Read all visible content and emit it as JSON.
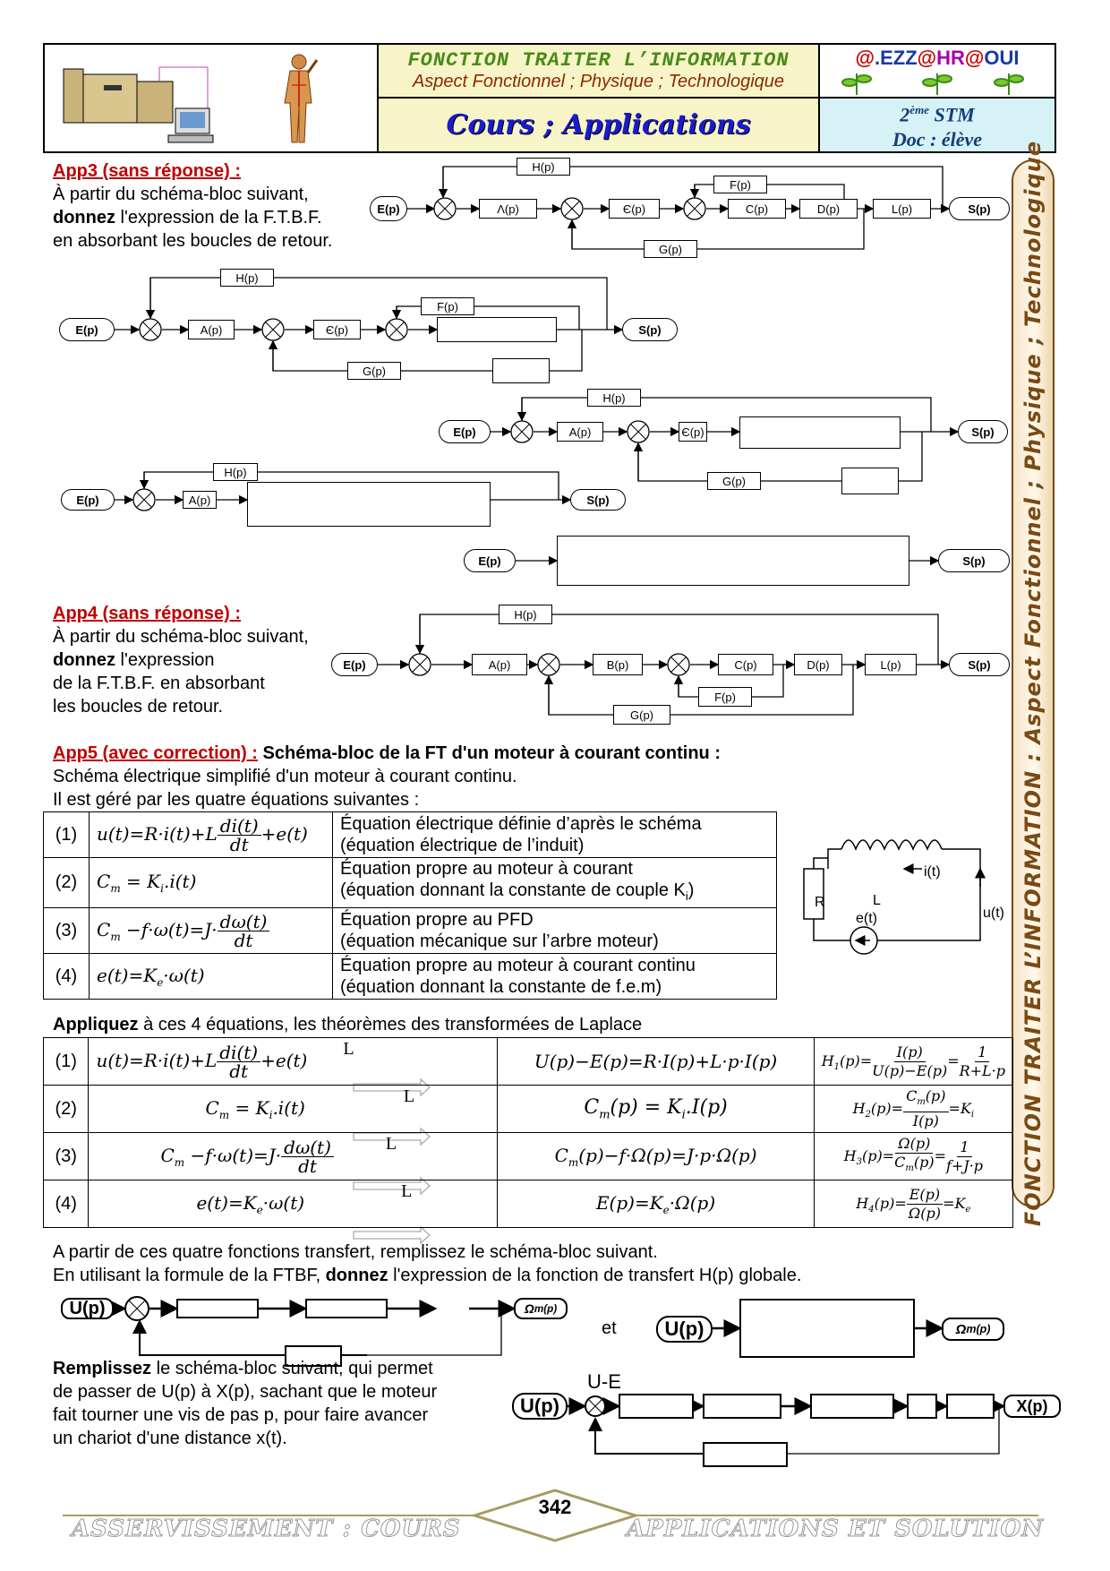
{
  "header": {
    "title": "FONCTION TRAITER L’INFORMATION",
    "subtitle": "Aspect Fonctionnel ; Physique ; Technologique",
    "course": "Cours ; Applications",
    "class_level": "2",
    "class_sup": "ème",
    "class_name": "STM",
    "doc": "Doc : élève",
    "logo": {
      "part1": "@",
      "part2": ".EZZ",
      "part3": "@",
      "part4": "HR",
      "part5": "@",
      "part6": "OUI"
    }
  },
  "sidebar": {
    "text": "FONCTION TRAITER L’INFORMATION : Aspect  Fonctionnel ; Physique ; Technologique"
  },
  "app3": {
    "title": "App3 (sans réponse) :",
    "line1": "À partir du schéma-bloc suivant,",
    "line2_bold": "donnez",
    "line2_rest": " l'expression de la F.T.B.F.",
    "line3": "en absorbant les boucles de retour."
  },
  "app4": {
    "title": "App4 (sans réponse) :",
    "line1": "À partir du schéma-bloc suivant,",
    "line2_bold": "donnez",
    "line2_rest": " l'expression",
    "line3": "de la F.T.B.F. en absorbant",
    "line4": "les boucles de retour."
  },
  "blocks": {
    "E": "E(p)",
    "S": "S(p)",
    "H": "H(p)",
    "F": "F(p)",
    "A": "A(p)",
    "B": "B(p)",
    "C": "C(p)",
    "D": "D(p)",
    "L": "L(p)",
    "G": "G(p)",
    "Lambda": "Λ(p)",
    "Eps": "Є(p)"
  },
  "app5": {
    "title": "App5 (avec correction) :",
    "title_rest": " Schéma-bloc de la FT d'un moteur à courant continu :",
    "line1": "Schéma électrique simplifié d'un moteur à courant continu.",
    "line2": "Il est géré par les quatre équations suivantes :",
    "eq_rows": [
      {
        "n": "(1)",
        "desc1": "Équation électrique définie d’après le schéma",
        "desc2": "(équation électrique de l’induit)"
      },
      {
        "n": "(2)",
        "desc1": "Équation propre au moteur à courant",
        "desc2": "(équation donnant la constante de couple K",
        "desc2_sub": "i",
        "desc2_end": ")"
      },
      {
        "n": "(3)",
        "desc1": "Équation propre au PFD",
        "desc2": "(équation mécanique sur l’arbre moteur)"
      },
      {
        "n": "(4)",
        "desc1": "Équation propre au moteur à courant continu",
        "desc2": "(équation donnant la constante de f.e.m)"
      }
    ],
    "apply_bold": "Appliquez",
    "apply_rest": " à ces 4 équations, les théorèmes des transformées de Laplace",
    "laplace_label": "L",
    "after1": "A partir de ces quatre fonctions transfert, remplissez le schéma-bloc suivant.",
    "after2_a": "En utilisant la formule de la FTBF, ",
    "after2_bold": "donnez",
    "after2_b": " l'expression de la fonction de transfert H(p) globale.",
    "and": "et",
    "U": "U(p)",
    "Omega": "Ω",
    "Omega_sub": "m",
    "Omega_p": "(p)",
    "fill_bold": "Remplissez",
    "fill1": " le schéma-bloc suivant, qui permet",
    "fill2": "de passer de U(p) à X(p), sachant que le moteur",
    "fill3": "fait tourner une vis de pas p, pour faire avancer",
    "fill4": "un chariot d'une distance x(t).",
    "UE": "U-E",
    "X": "X(p)"
  },
  "circuit": {
    "R": "R",
    "L": "L",
    "i": "i(t)",
    "u": "u(t)",
    "e": "e(t)"
  },
  "footer": {
    "left": "ASSERVISSEMENT : COURS",
    "page": "342",
    "right": "APPLICATIONS ET SOLUTION"
  }
}
